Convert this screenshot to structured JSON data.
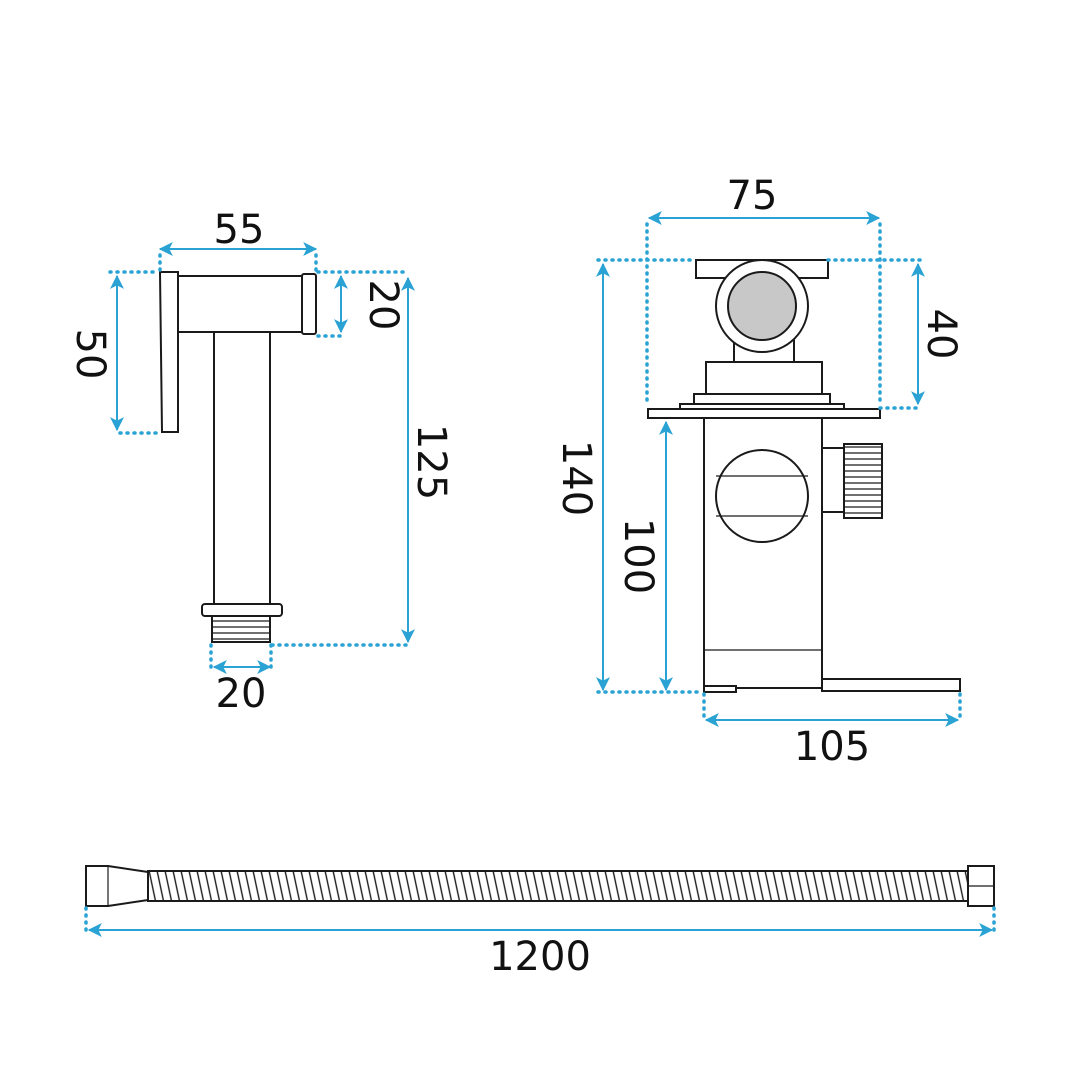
{
  "colors": {
    "dimension": "#2aa3d4",
    "outline": "#1a1a1a",
    "cartridge": "#c8c8c8"
  },
  "dimensions": {
    "spray_width": "55",
    "spray_head_height": "20",
    "spray_handle_height": "50",
    "spray_total_height": "125",
    "spray_thread": "20",
    "valve_width": "75",
    "valve_top_height": "40",
    "valve_total_height": "140",
    "valve_body_height": "100",
    "valve_depth": "105",
    "hose_length": "1200"
  }
}
